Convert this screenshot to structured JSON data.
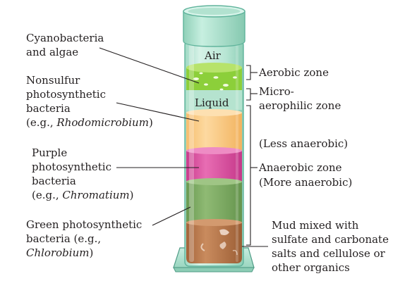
{
  "column": {
    "air_label": "Air",
    "liquid_label": "Liquid"
  },
  "left_labels": {
    "cyanobacteria": {
      "line1": "Cyanobacteria",
      "line2": "and algae"
    },
    "nonsulfur": {
      "line1": "Nonsulfur",
      "line2": "photosynthetic",
      "line3": "bacteria",
      "example_prefix": "(e.g., ",
      "example_genus": "Rhodomicrobium",
      "example_suffix": ")"
    },
    "purple": {
      "line1": "Purple",
      "line2": "photosynthetic",
      "line3": "bacteria",
      "example_prefix": "(e.g., ",
      "example_genus": "Chromatium",
      "example_suffix": ")"
    },
    "green": {
      "line1": "Green photosynthetic",
      "line2": "bacteria (e.g.,",
      "example_genus": "Chlorobium",
      "example_suffix": ")"
    }
  },
  "right_labels": {
    "aerobic": "Aerobic zone",
    "microaerophilic": {
      "line1": "Micro-",
      "line2": "aerophilic zone"
    },
    "less_anaerobic": "(Less anaerobic)",
    "anaerobic": "Anaerobic zone",
    "more_anaerobic": "(More anaerobic)",
    "mud": {
      "line1": "Mud mixed with",
      "line2": "sulfate and carbonate",
      "line3": "salts and cellulose or",
      "line4": "other organics"
    }
  },
  "colors": {
    "glass": "#bfe8d9",
    "glass_edge": "#6cbfa8",
    "cyanobacteria_layer": "#8ccf3a",
    "liquid_layer": "#b5e3cf",
    "nonsulfur_layer": "#f9cb84",
    "purple_layer": "#d94f9e",
    "green_layer": "#79a85f",
    "mud_layer": "#b7774a",
    "leader_line": "#231f20"
  }
}
